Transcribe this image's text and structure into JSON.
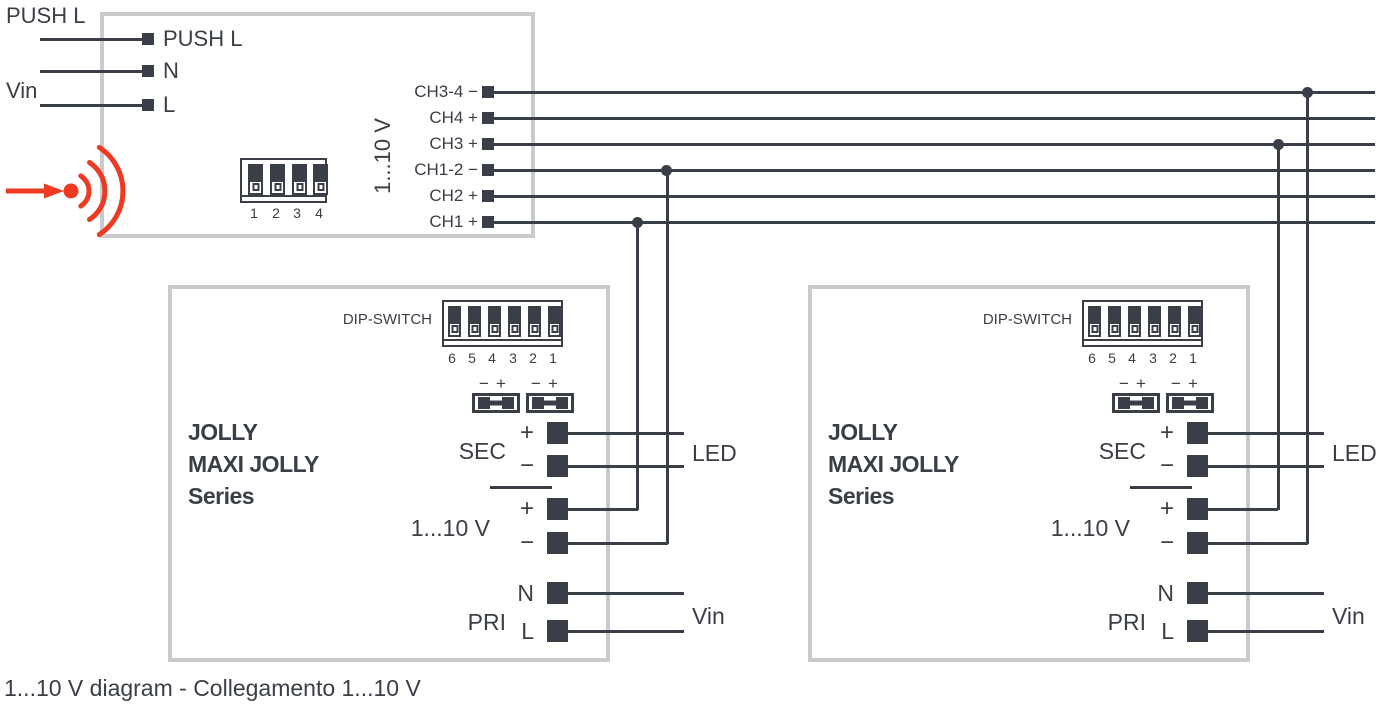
{
  "colors": {
    "wire": "#3A3E47",
    "text": "#3A3E47",
    "box_border": "#C8CACB",
    "red": "#EE3A23",
    "background": "#FFFFFF"
  },
  "caption": "1...10 V diagram - Collegamento 1...10 V",
  "controller": {
    "external_labels": {
      "push": "PUSH L",
      "vin": "Vin"
    },
    "terminal_labels": {
      "push": "PUSH L",
      "neutral": "N",
      "line": "L"
    },
    "dip_switch": {
      "numbers": [
        "1",
        "2",
        "3",
        "4"
      ]
    },
    "bus_label": "1...10 V",
    "channels": [
      {
        "label": "CH3-4 −"
      },
      {
        "label": "CH4 +"
      },
      {
        "label": "CH3 +"
      },
      {
        "label": "CH1-2 −"
      },
      {
        "label": "CH2 +"
      },
      {
        "label": "CH1 +"
      }
    ]
  },
  "drivers": [
    {
      "name_lines": [
        "JOLLY",
        "MAXI JOLLY",
        "Series"
      ],
      "dip_label": "DIP-SWITCH",
      "dip_numbers": [
        "6",
        "5",
        "4",
        "3",
        "2",
        "1"
      ],
      "jumpers": {
        "minus": "−",
        "plus": "+"
      },
      "sec": {
        "label": "SEC",
        "plus": "+",
        "minus": "−"
      },
      "dim": {
        "label": "1...10 V",
        "plus": "+",
        "minus": "−"
      },
      "pri": {
        "label": "PRI",
        "neutral": "N",
        "line": "L"
      },
      "led_label": "LED",
      "vin_label": "Vin"
    },
    {
      "name_lines": [
        "JOLLY",
        "MAXI JOLLY",
        "Series"
      ],
      "dip_label": "DIP-SWITCH",
      "dip_numbers": [
        "6",
        "5",
        "4",
        "3",
        "2",
        "1"
      ],
      "jumpers": {
        "minus": "−",
        "plus": "+"
      },
      "sec": {
        "label": "SEC",
        "plus": "+",
        "minus": "−"
      },
      "dim": {
        "label": "1...10 V",
        "plus": "+",
        "minus": "−"
      },
      "pri": {
        "label": "PRI",
        "neutral": "N",
        "line": "L"
      },
      "led_label": "LED",
      "vin_label": "Vin"
    }
  ]
}
